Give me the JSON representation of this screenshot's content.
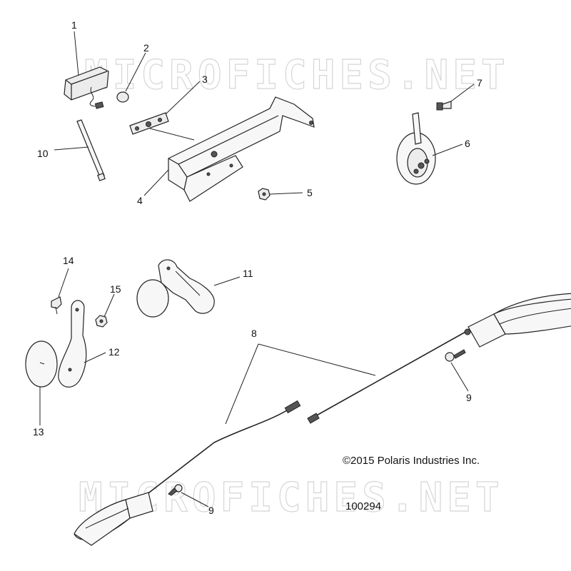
{
  "watermark": "MICROFICHES.NET",
  "copyright": "©2015 Polaris Industries Inc.",
  "diagram_id": "100294",
  "callouts": {
    "c1": "1",
    "c2": "2",
    "c3": "3",
    "c4": "4",
    "c5": "5",
    "c6": "6",
    "c7": "7",
    "c8": "8",
    "c9a": "9",
    "c9b": "9",
    "c10": "10",
    "c11": "11",
    "c12": "12",
    "c13": "13",
    "c14": "14",
    "c15": "15"
  }
}
